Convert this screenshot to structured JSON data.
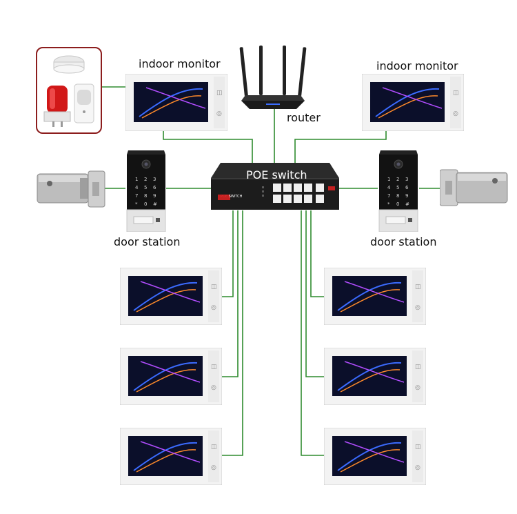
{
  "labels": {
    "indoor_monitor_left": "indoor monitor",
    "indoor_monitor_right": "indoor monitor",
    "router": "router",
    "poe_switch": "POE switch",
    "door_station_left": "door station",
    "door_station_right": "door station",
    "switch_brand": "POE",
    "switch_model": "SWITCH"
  },
  "colors": {
    "wire": "#2e8b2e",
    "alarm_border": "#8c1d1d",
    "device_frame": "#f3f3f3",
    "screen": "#0b0f2a"
  },
  "icons": {
    "alarm_group": [
      "smoke-detector-icon",
      "warning-light-icon",
      "pir-sensor-icon"
    ],
    "lock": "electric-lock-icon",
    "router": "router-icon"
  }
}
